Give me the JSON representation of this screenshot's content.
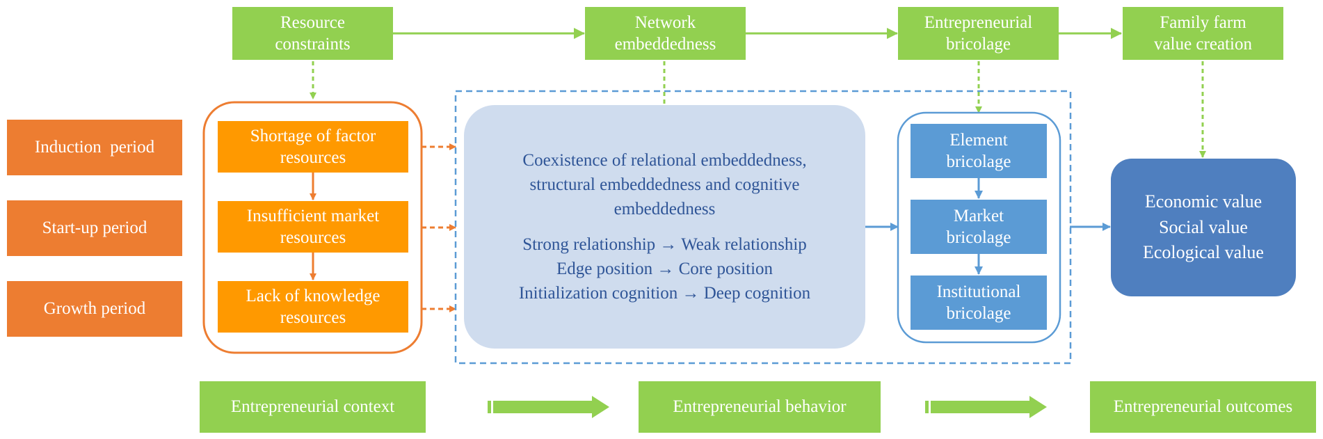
{
  "top_row": [
    {
      "id": "resource-constraints",
      "lines": [
        "Resource",
        "constraints"
      ]
    },
    {
      "id": "network-embeddedness",
      "lines": [
        "Network",
        "embeddedness"
      ]
    },
    {
      "id": "entrepreneurial-bricolage",
      "lines": [
        "Entrepreneurial",
        "bricolage"
      ]
    },
    {
      "id": "family-farm-value-creation",
      "lines": [
        "Family farm",
        "value creation"
      ]
    }
  ],
  "periods": [
    "Induction  period",
    "Start-up period",
    "Growth period"
  ],
  "resources": [
    [
      "Shortage of factor",
      "resources"
    ],
    [
      "Insufficient market",
      "resources"
    ],
    [
      "Lack of knowledge",
      "resources"
    ]
  ],
  "embeddedness": {
    "summary": [
      "Coexistence of relational embeddedness,",
      "structural embeddedness and cognitive",
      "embeddedness"
    ],
    "transitions": [
      "Strong relationship → Weak relationship",
      "Edge position → Core position",
      "Initialization cognition → Deep cognition"
    ]
  },
  "bricolage": [
    [
      "Element",
      "bricolage"
    ],
    [
      "Market",
      "bricolage"
    ],
    [
      "Institutional",
      "bricolage"
    ]
  ],
  "outcome_values": [
    "Economic value",
    "Social value",
    "Ecological value"
  ],
  "stages": [
    "Entrepreneurial context",
    "Entrepreneurial behavior",
    "Entrepreneurial outcomes"
  ],
  "colors": {
    "green": "#92d050",
    "orange": "#ed7d31",
    "amber": "#ff9900",
    "blue": "#5b9bd5",
    "dark_blue": "#4f7fbf",
    "light_blue": "#cfdcee"
  }
}
